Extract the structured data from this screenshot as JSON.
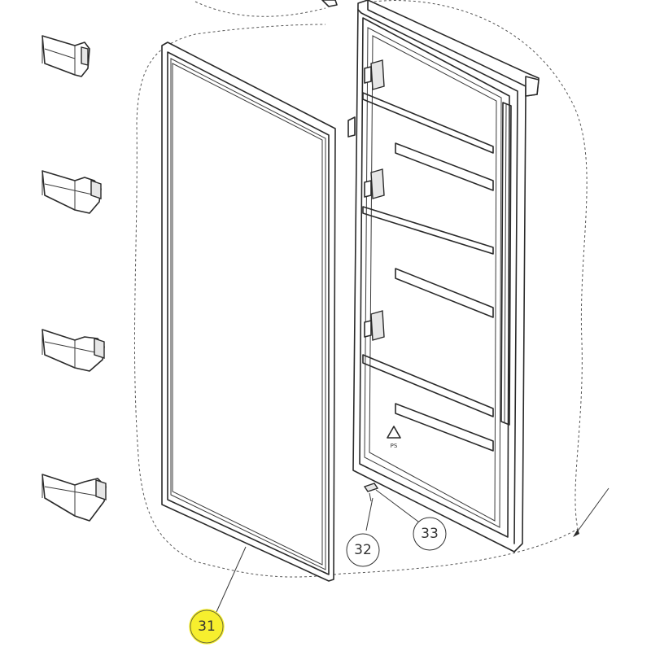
{
  "callouts": [
    {
      "id": "31",
      "label": "31",
      "highlight": true
    },
    {
      "id": "32",
      "label": "32",
      "highlight": false
    },
    {
      "id": "33",
      "label": "33",
      "highlight": false
    }
  ],
  "recycling_mark": {
    "code": "PS"
  },
  "colors": {
    "line": "#2a2a2a",
    "highlight": "#f7ef2e",
    "background": "#ffffff"
  }
}
